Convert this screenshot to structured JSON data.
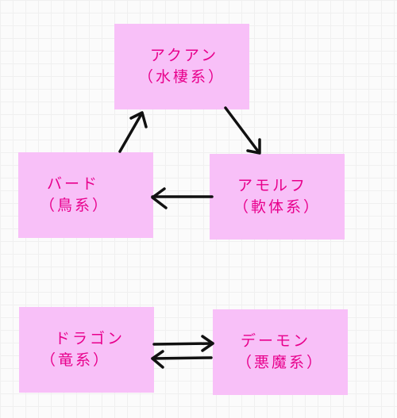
{
  "colors": {
    "box_fill": "#f8c0f8",
    "text": "#e8008c",
    "arrow": "#111111"
  },
  "nodes": {
    "aquan": {
      "name": "アクアン",
      "type": "（水棲系）"
    },
    "amorph": {
      "name": "アモルフ",
      "type": "（軟体系）"
    },
    "bird": {
      "name": "バード",
      "type": "（鳥系）"
    },
    "dragon": {
      "name": "ドラゴン",
      "type": "（竜系）"
    },
    "demon": {
      "name": "デーモン",
      "type": "（悪魔系）"
    }
  }
}
